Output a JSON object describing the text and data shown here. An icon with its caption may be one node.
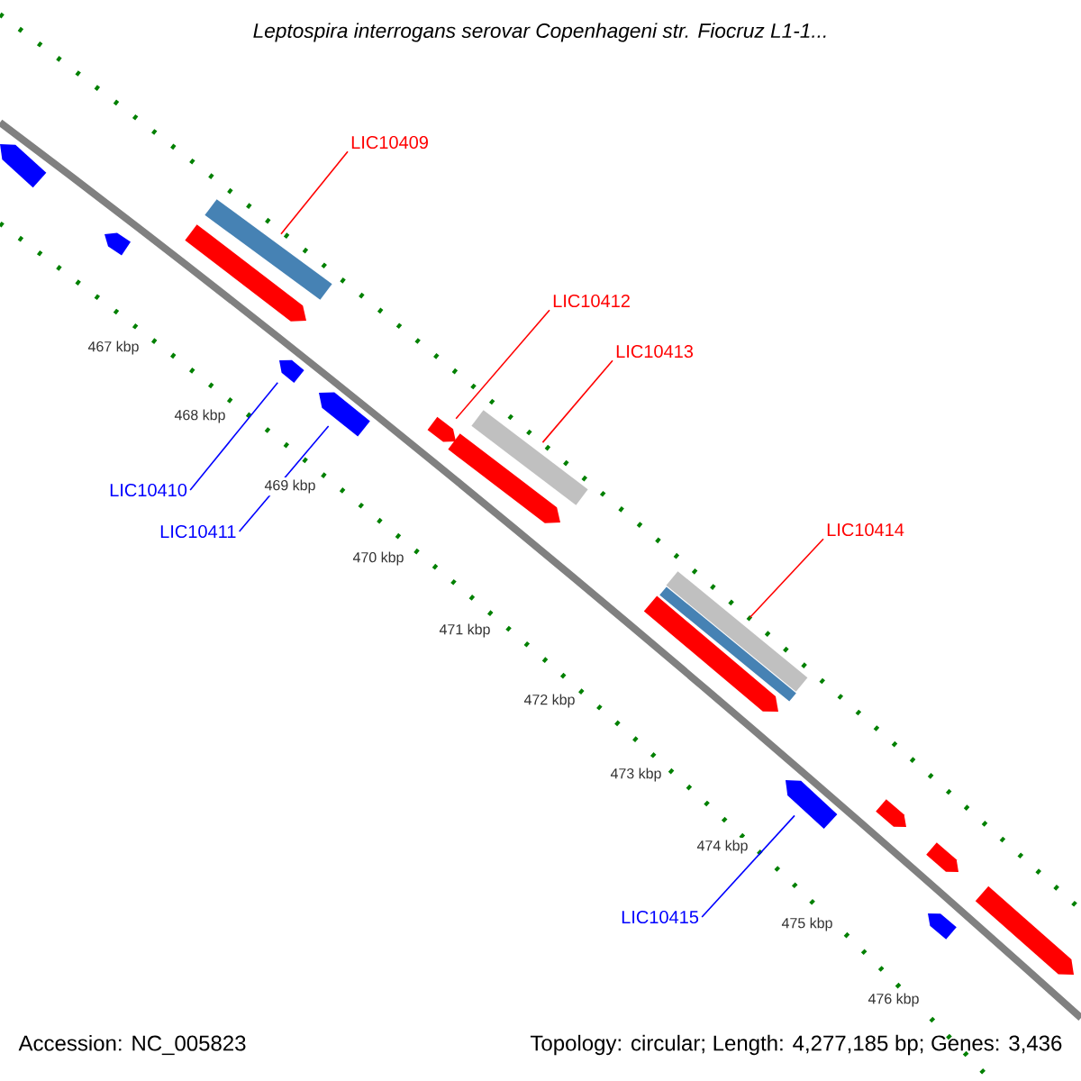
{
  "diagram": {
    "title": "Leptospira interrogans serovar Copenhageni str. Fiocruz L1-1...",
    "nodes": [
      {
        "text": [
          "LIC10409"
        ]
      },
      {
        "text": [
          "LIC10412"
        ]
      },
      {
        "text": [
          "LIC10413"
        ]
      },
      {
        "text": [
          "LIC10410"
        ]
      },
      {
        "text": [
          "LIC10411"
        ]
      },
      {
        "text": [
          "LIC10414"
        ]
      },
      {
        "text": [
          "LIC10415"
        ]
      },
      {
        "text": [],
        "shape": "pentagon"
      },
      {
        "text": [],
        "shape": "pentagon"
      },
      {
        "text": [],
        "shape": "bar"
      },
      {
        "text": [],
        "shape": "pentagon"
      },
      {
        "text": [],
        "shape": "pentagon"
      },
      {
        "text": [],
        "shape": "pentagon"
      },
      {
        "text": [],
        "shape": "pentagon"
      },
      {
        "text": [],
        "shape": "bar"
      },
      {
        "text": [],
        "shape": "pentagon"
      },
      {
        "text": [],
        "shape": "bar"
      },
      {
        "text": [],
        "shape": "bar"
      },
      {
        "text": [],
        "shape": "pentagon"
      },
      {
        "text": [],
        "shape": "pentagon"
      },
      {
        "text": [],
        "shape": "pentagon"
      },
      {
        "text": [],
        "shape": "pentagon"
      },
      {
        "text": [],
        "shape": "pentagon"
      },
      {
        "text": [],
        "shape": "pentagon"
      }
    ],
    "edges": [
      {
        "from": 0,
        "to": 9,
        "arrow": "none"
      },
      {
        "from": 1,
        "to": 13,
        "arrow": "none"
      },
      {
        "from": 2,
        "to": 14,
        "arrow": "none"
      },
      {
        "from": 3,
        "to": 11,
        "arrow": "none",
        "color": "#0000ff"
      },
      {
        "from": 4,
        "to": 12,
        "arrow": "none",
        "color": "#0000ff"
      },
      {
        "from": 5,
        "to": 16,
        "arrow": "none"
      },
      {
        "from": 6,
        "to": 19,
        "arrow": "none",
        "color": "#0000ff"
      }
    ],
    "labels": [
      "467 kbp",
      "468 kbp",
      "469 kbp",
      "470 kbp",
      "471 kbp",
      "472 kbp",
      "473 kbp",
      "474 kbp",
      "475 kbp",
      "476 kbp",
      "Accession: NC_005823",
      "Topology: circular; Length: 4,277,185 bp; Genes: 3,436"
    ]
  }
}
